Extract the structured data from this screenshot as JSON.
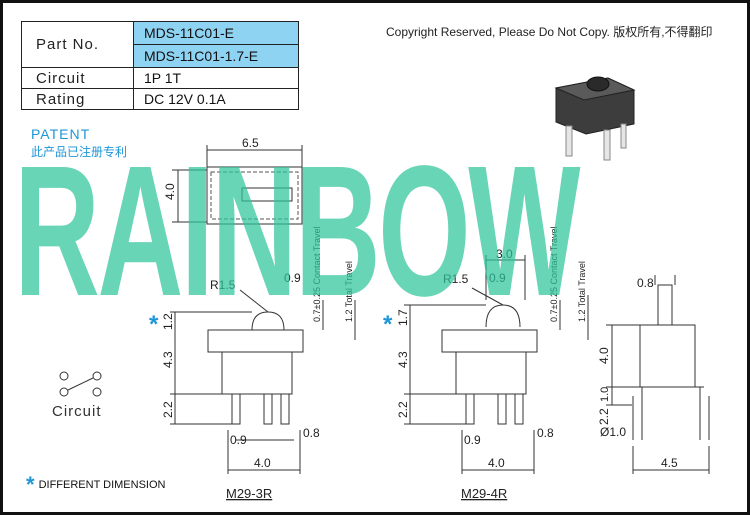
{
  "spec": {
    "part_label": "Part No.",
    "part_values": [
      "MDS-11C01-E",
      "MDS-11C01-1.7-E"
    ],
    "circuit_label": "Circuit",
    "circuit_value": "1P 1T",
    "rating_label": "Rating",
    "rating_value": "DC 12V 0.1A"
  },
  "copyright": "Copyright Reserved, Please Do Not Copy. 版权所有,不得翻印",
  "patent": {
    "en": "PATENT",
    "cn": "此产品已注册专利"
  },
  "watermark": "RAINBOW",
  "legend": {
    "star": "*",
    "text": "DIFFERENT DIMENSION"
  },
  "circuit_label": "Circuit",
  "top_view": {
    "width": "6.5",
    "height": "4.0"
  },
  "view_3r": {
    "model": "M29-3R",
    "radius": "R1.5",
    "tip": "0.9",
    "travel_contact": "0.7±0.25 Contact Travel",
    "travel_total": "1.2 Total Travel",
    "height_top": "1.2",
    "body_height": "4.3",
    "pin_length": "2.2",
    "pin_pitch": "0.9",
    "pin_width": "0.8",
    "span": "4.0",
    "marker": "*"
  },
  "view_4r": {
    "model": "M29-4R",
    "width_top": "3.0",
    "radius": "R1.5",
    "tip": "0.9",
    "travel_contact": "0.7±0.25 Contact Travel",
    "travel_total": "1.2 Total Travel",
    "height_top": "1.7",
    "body_height": "4.3",
    "pin_length": "2.2",
    "pin_pitch": "0.9",
    "pin_width": "0.8",
    "span": "4.0",
    "marker": "*"
  },
  "side_view": {
    "actuator_width": "0.8",
    "body_height": "4.0",
    "foot": "1.0",
    "pin_length": "2.2",
    "pin_diameter": "Ø1.0",
    "span": "4.5"
  }
}
